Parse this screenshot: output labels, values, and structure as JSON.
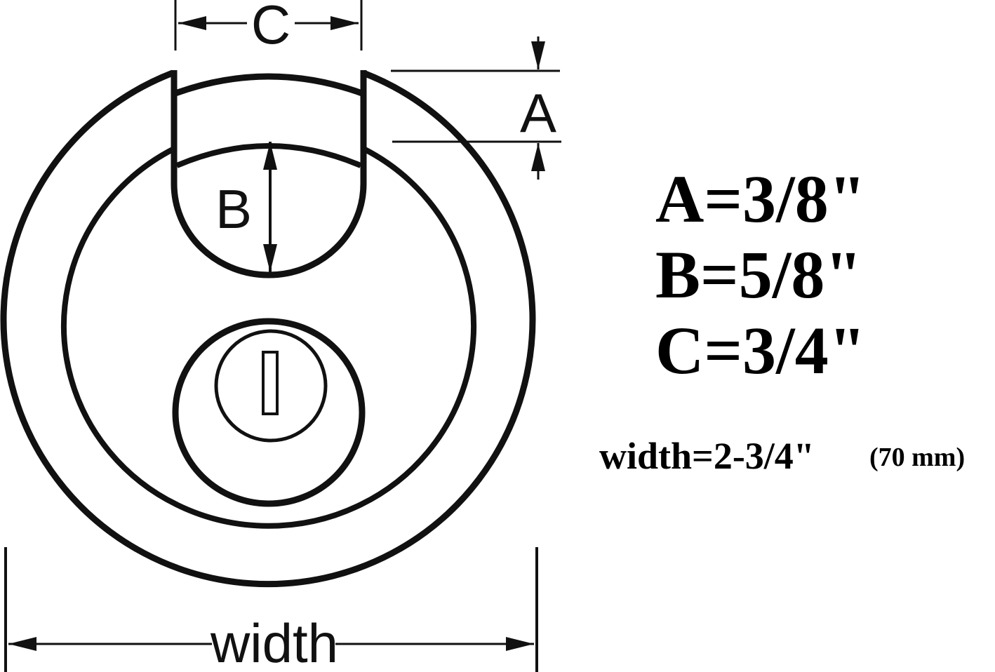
{
  "dimension_labels": {
    "a": "A",
    "b": "B",
    "c": "C",
    "width": "width"
  },
  "specs": {
    "a": "A=3/8\"",
    "b": "B=5/8\"",
    "c": "C=3/4\"",
    "width": "width=2-3/4\"",
    "width_metric": "(70 mm)"
  },
  "colors": {
    "line": "#111111",
    "background": "#ffffff"
  }
}
